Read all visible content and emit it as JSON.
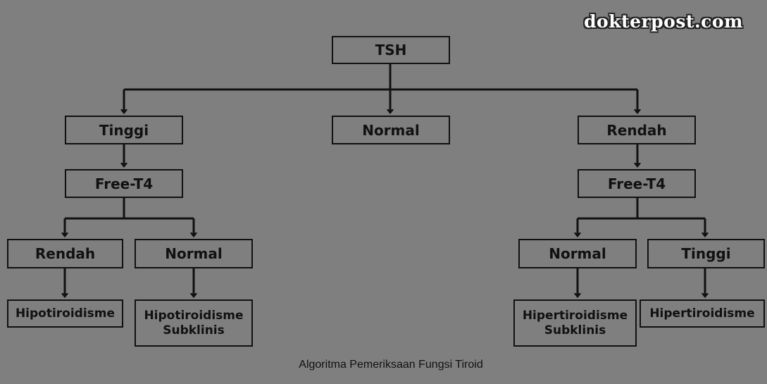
{
  "watermark": "dokterpost.com",
  "caption": "Algoritma Pemeriksaan Fungsi Tiroid",
  "nodes": {
    "tsh": "TSH",
    "tinggi": "Tinggi",
    "normal_mid": "Normal",
    "rendah": "Rendah",
    "free_t4_left": "Free-T4",
    "free_t4_right": "Free-T4",
    "rendah_left": "Rendah",
    "normal_left": "Normal",
    "normal_right": "Normal",
    "tinggi_right": "Tinggi",
    "hipotiroidisme": "Hipotiroidisme",
    "hipotiroidisme_subklinis": "Hipotiroidisme\nSubklinis",
    "hipertiroidisme_subklinis": "Hipertiroidisme\nSubklinis",
    "hipertiroidisme": "Hipertiroidisme"
  },
  "colors": {
    "background": "#7f7f7f",
    "line": "#111111",
    "watermark_text": "#ffffff"
  }
}
